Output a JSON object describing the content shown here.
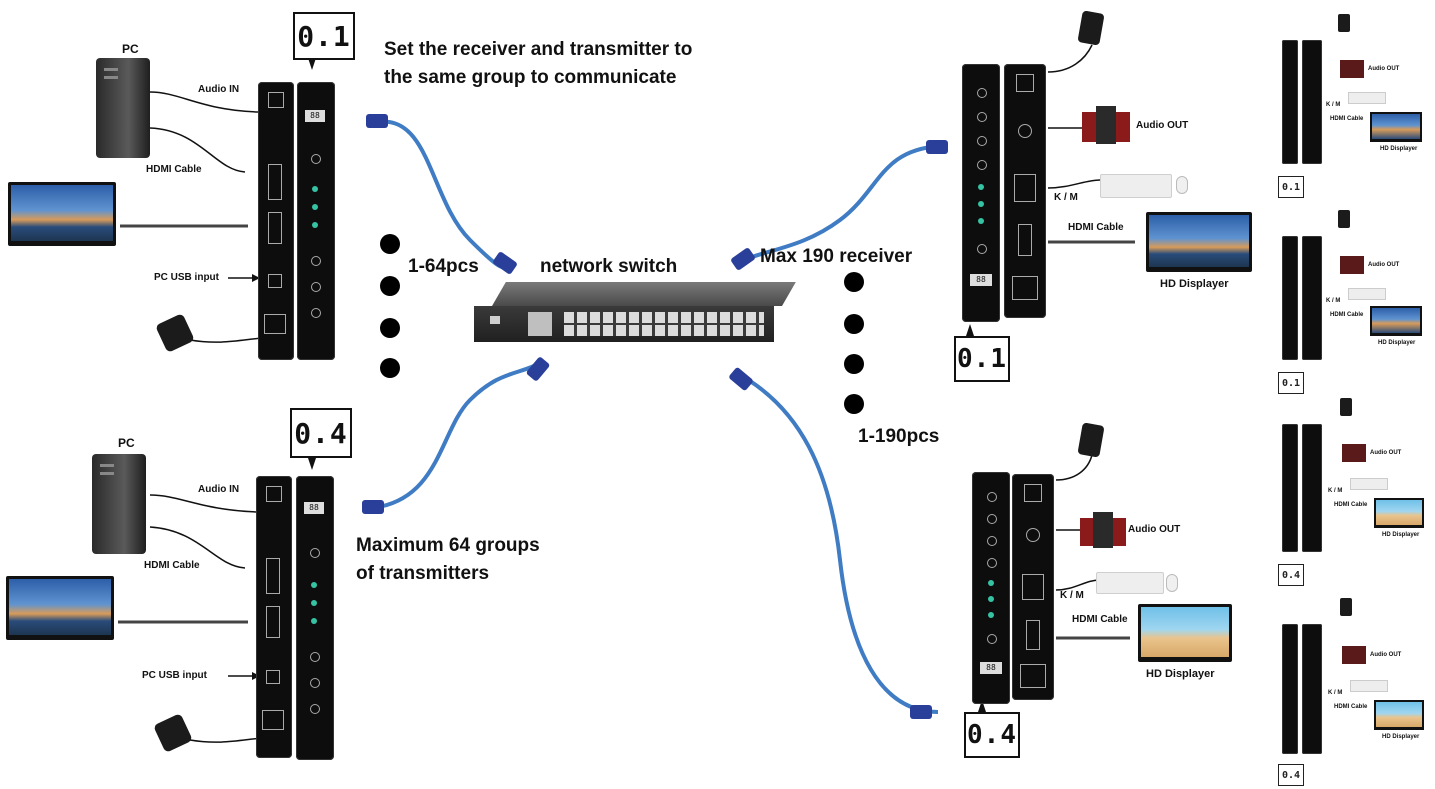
{
  "headings": {
    "group_note_line1": "Set the receiver and transmitter to",
    "group_note_line2": "the same group to communicate",
    "tx_count": "1-64pcs",
    "switch_label": "network switch",
    "rx_max": "Max 190 receiver",
    "rx_count": "1-190pcs",
    "tx_max_line1": "Maximum 64 groups",
    "tx_max_line2": "of transmitters"
  },
  "transmitters": [
    {
      "pc": "PC",
      "audio_in": "Audio IN",
      "hdmi_cable": "HDMI Cable",
      "usb": "PC USB  input",
      "group": "0.1"
    },
    {
      "pc": "PC",
      "audio_in": "Audio IN",
      "hdmi_cable": "HDMI Cable",
      "usb": "PC USB  input",
      "group": "0.4"
    }
  ],
  "receivers": [
    {
      "audio_out": "Audio OUT",
      "km": "K / M",
      "hdmi_cable": "HDMI Cable",
      "display": "HD Displayer",
      "group": "0.1"
    },
    {
      "audio_out": "Audio OUT",
      "km": "K / M",
      "hdmi_cable": "HDMI Cable",
      "display": "HD Displayer",
      "group": "0.4"
    }
  ],
  "mini_receivers": [
    {
      "audio_out": "Audio OUT",
      "km": "K / M",
      "hdmi_cable": "HDMI Cable",
      "display": "HD Displayer",
      "group": "0.1"
    },
    {
      "audio_out": "Audio OUT",
      "km": "K / M",
      "hdmi_cable": "HDMI Cable",
      "display": "HD Displayer",
      "group": "0.1"
    },
    {
      "audio_out": "Audio OUT",
      "km": "K / M",
      "hdmi_cable": "HDMI Cable",
      "display": "HD Displayer",
      "group": "0.4"
    },
    {
      "audio_out": "Audio OUT",
      "km": "K / M",
      "hdmi_cable": "HDMI Cable",
      "display": "HD Displayer",
      "group": "0.4"
    }
  ],
  "colors": {
    "cable": "#3f7cc4",
    "connector": "#2a3f9a",
    "device": "#0d0d0d",
    "text": "#111111"
  }
}
